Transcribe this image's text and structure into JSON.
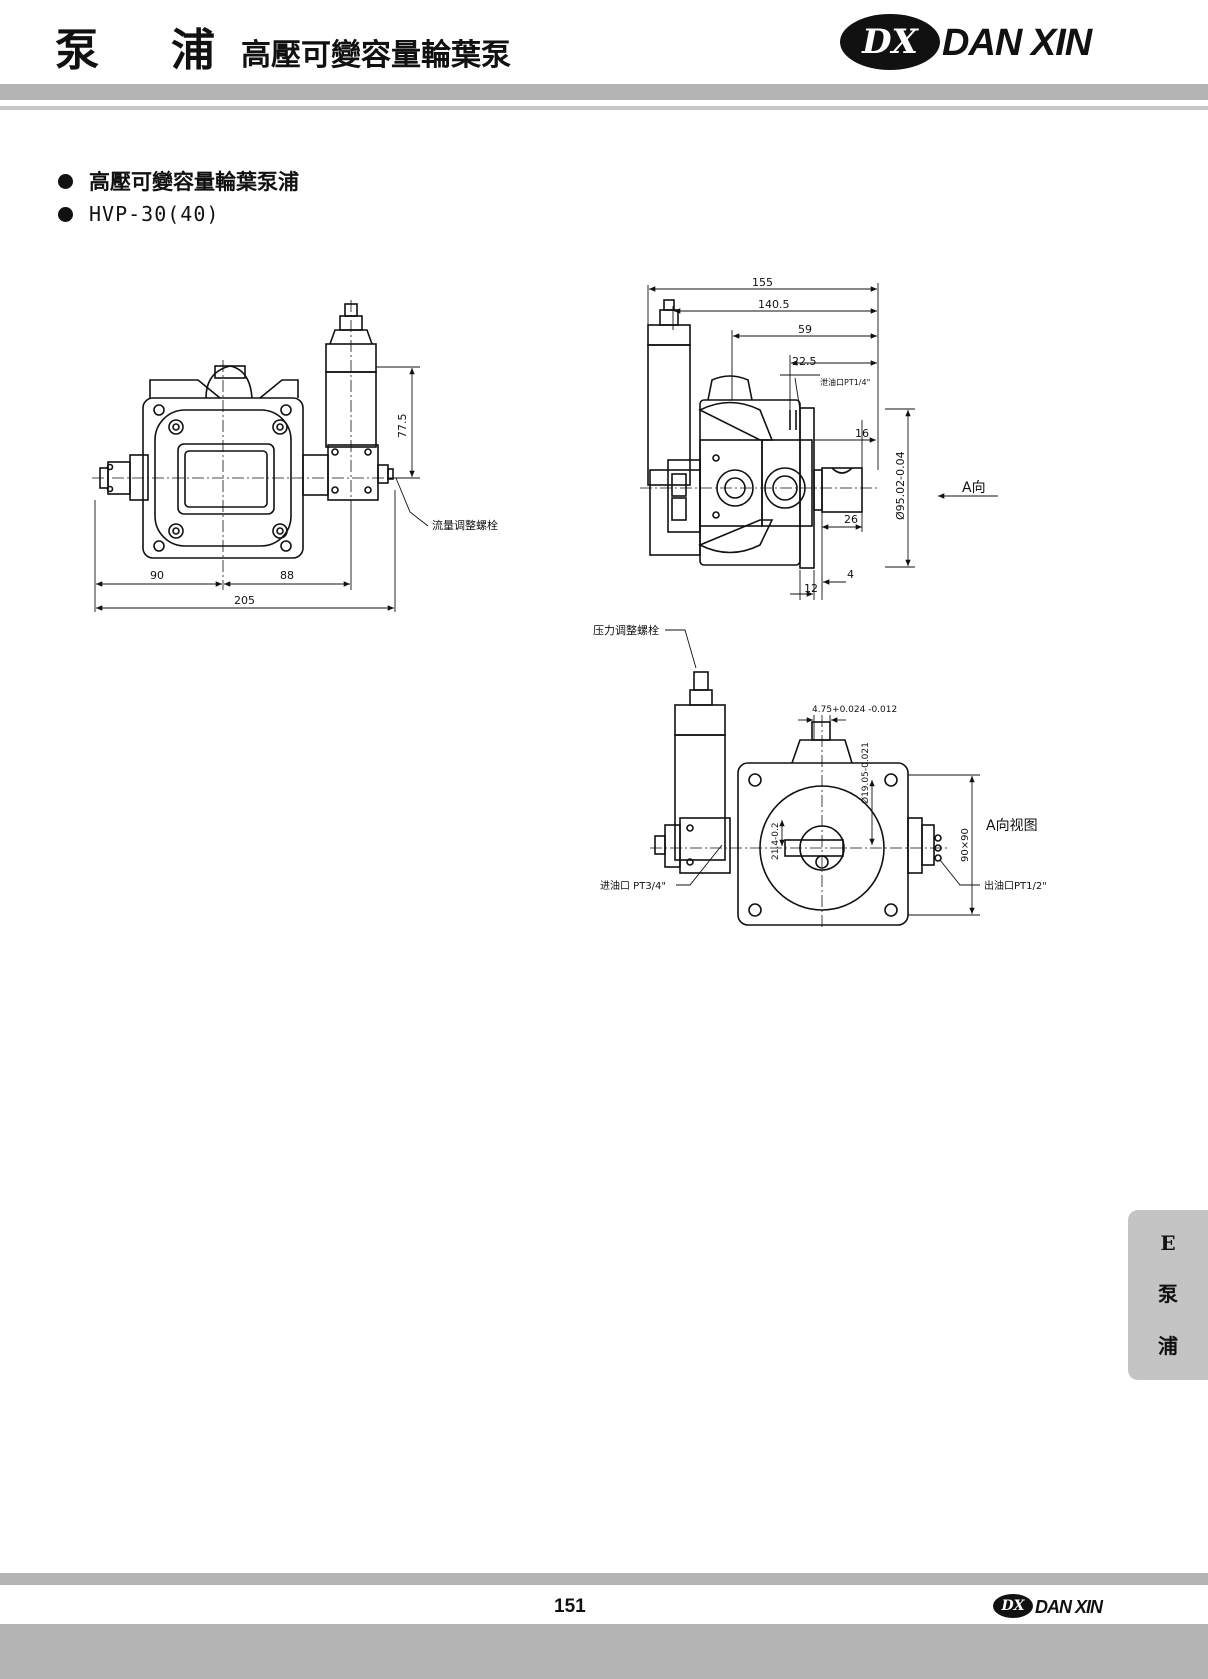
{
  "header": {
    "title_char1": "泵",
    "title_char2": "浦",
    "subtitle": "高壓可變容量輪葉泵",
    "logo_mark": "DX",
    "logo_text": "DAN XIN"
  },
  "content": {
    "bullet1": "高壓可變容量輪葉泵浦",
    "bullet2": "HVP-30(40)"
  },
  "drawing_left": {
    "dim_90": "90",
    "dim_88": "88",
    "dim_205": "205",
    "dim_77_5": "77.5",
    "label_flow": "流量调整螺栓"
  },
  "drawing_right_top": {
    "dim_155": "155",
    "dim_140_5": "140.5",
    "dim_59": "59",
    "dim_22_5": "22.5",
    "label_drain": "泄油口PT1/4\"",
    "dim_16": "16",
    "dim_26": "26",
    "dim_4": "4",
    "dim_12": "12",
    "dim_phi95": "Ø95.02-0.04",
    "label_a_dir": "A向"
  },
  "drawing_right_bottom": {
    "label_pressure": "压力调整螺栓",
    "dim_4_75": "4.75+0.024 -0.012",
    "dim_phi19": "Ø19.05-0.021",
    "dim_21_4": "21.4-0.2",
    "dim_90x90": "90×90",
    "label_a_view": "A向视图",
    "label_inlet": "进油口 PT3/4\"",
    "label_outlet": "出油口PT1/2\""
  },
  "side_tab": {
    "letter": "E",
    "char1": "泵",
    "char2": "浦"
  },
  "footer": {
    "page_number": "151",
    "logo_mark": "DX",
    "logo_text": "DAN XIN"
  }
}
